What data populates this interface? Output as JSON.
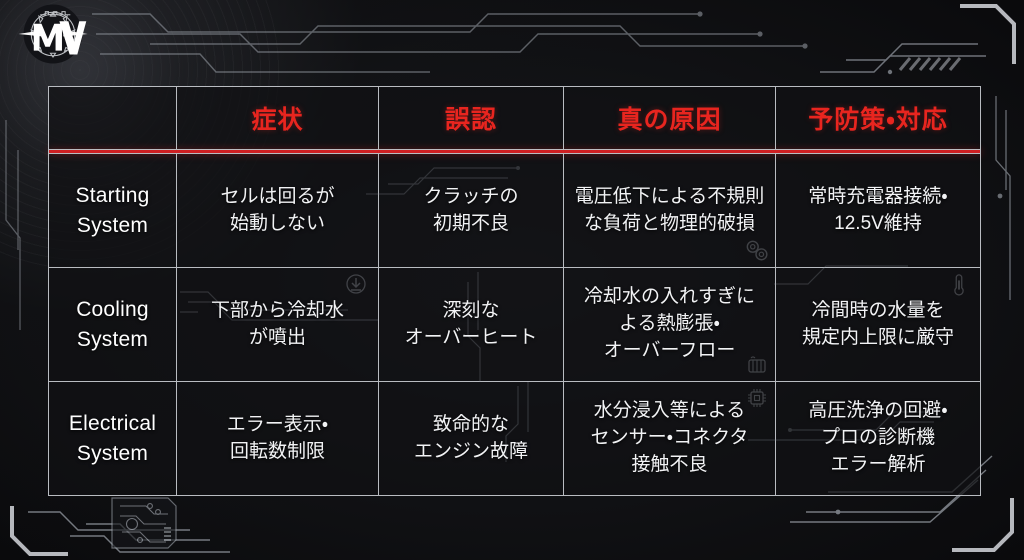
{
  "brand": {
    "logo_text": "MV",
    "logo_name": "mv-agusta-logo"
  },
  "table": {
    "columns": [
      {
        "key": "system",
        "label": ""
      },
      {
        "key": "symptom",
        "label": "症状"
      },
      {
        "key": "misdiag",
        "label": "誤認"
      },
      {
        "key": "true_cause",
        "label": "真の原因"
      },
      {
        "key": "prevention",
        "label": "予防策・対応"
      }
    ],
    "rows": [
      {
        "system": "Starting\nSystem",
        "symptom": "セルは回るが\n始動しない",
        "misdiag": "クラッチの\n初期不良",
        "true_cause": "電圧低下による不規則\nな負荷と物理的破損",
        "prevention": "常時充電器接続・\n12.5V維持",
        "marks": {
          "symptom": "",
          "misdiag": "",
          "true_cause": "gear-icon",
          "prevention": ""
        }
      },
      {
        "system": "Cooling\nSystem",
        "symptom": "下部から冷却水\nが噴出",
        "misdiag": "深刻な\nオーバーヒート",
        "true_cause": "冷却水の入れすぎに\nよる熱膨張・\nオーバーフロー",
        "prevention": "冷間時の水量を\n規定内上限に厳守",
        "marks": {
          "symptom": "download-icon",
          "misdiag": "",
          "true_cause": "radiator-icon",
          "prevention": "thermometer-icon"
        }
      },
      {
        "system": "Electrical\nSystem",
        "symptom": "エラー表示・\n回転数制限",
        "misdiag": "致命的な\nエンジン故障",
        "true_cause": "水分浸入等による\nセンサー・コネクタ\n接触不良",
        "prevention": "高圧洗浄の回避・\nプロの診断機\nエラー解析",
        "marks": {
          "symptom": "",
          "misdiag": "",
          "true_cause": "chip-icon",
          "prevention": ""
        }
      }
    ]
  },
  "colors": {
    "accent_red": "#e8251f",
    "rule_red": "#cf1f22",
    "border_gray": "#b9bcc1",
    "background": "#0a0a0c",
    "text_white": "#f2f3f5"
  },
  "decor": {
    "corner_top_right": "hud-corner-bracket",
    "corner_bottom_left": "hud-corner-bracket",
    "corner_bottom_right": "hud-corner-bracket",
    "pcb": "circuit-board-graphic"
  }
}
